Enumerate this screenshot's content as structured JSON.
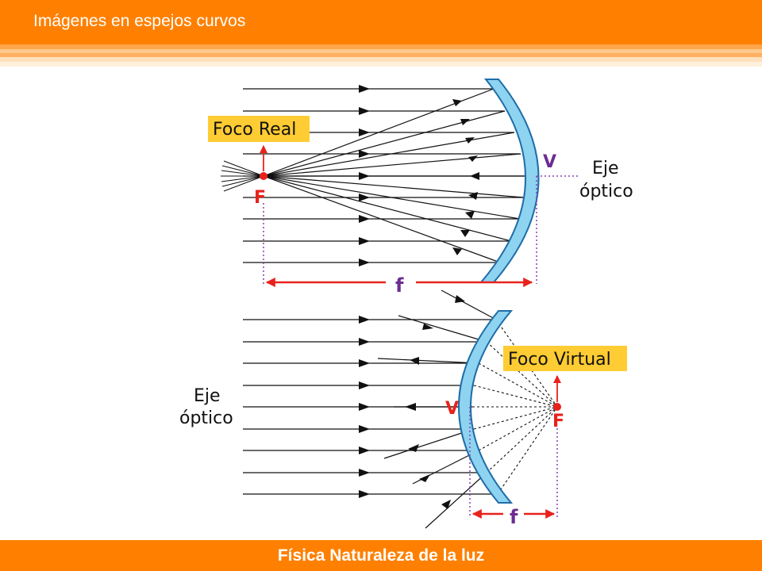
{
  "header": {
    "title": "Imágenes en espejos curvos"
  },
  "footer": {
    "title": "Física Naturaleza de la luz"
  },
  "concave": {
    "focus_label": "Foco Real",
    "focus_point": "F",
    "vertex": "V",
    "axis_line1": "Eje",
    "axis_line2": "óptico",
    "focal_length": "f"
  },
  "convex": {
    "focus_label": "Foco Virtual",
    "focus_point": "F",
    "vertex": "V",
    "axis_line1": "Eje",
    "axis_line2": "óptico",
    "focal_length": "f"
  },
  "colors": {
    "brand": "#ff8000",
    "mirror": "#8ed3f0",
    "mirror_edge": "#1f6ea8",
    "label_bg": "#ffcc33",
    "focus_red": "#e8221b",
    "vertex_purple": "#6b2d91",
    "dim_red": "#e8221b",
    "dotted": "#8a3fb0"
  }
}
